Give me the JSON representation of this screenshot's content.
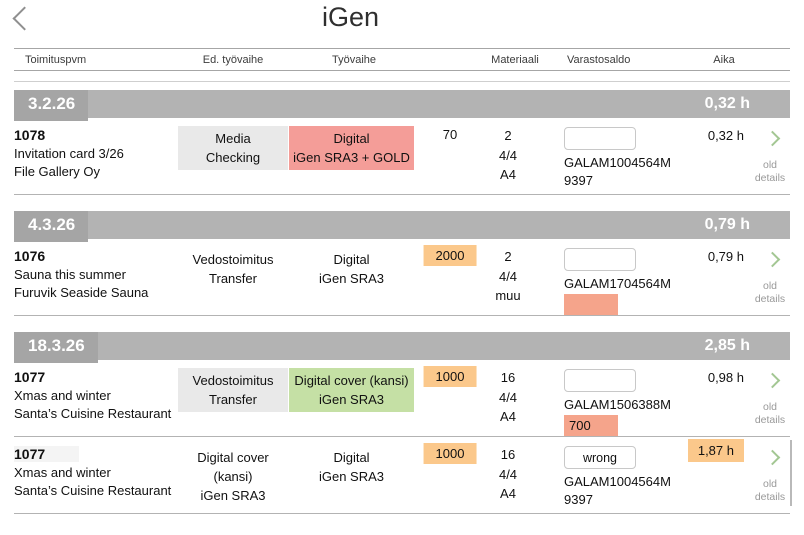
{
  "header": {
    "title": "iGen"
  },
  "columns": [
    {
      "id": "toimituspvm",
      "label": "Toimituspvm"
    },
    {
      "id": "ed-tyovaihe",
      "label": "Ed. työvaihe"
    },
    {
      "id": "tyovaihe",
      "label": "Työvaihe"
    },
    {
      "id": "materiaali",
      "label": "Materiaali"
    },
    {
      "id": "varastosaldo",
      "label": "Varastosaldo"
    },
    {
      "id": "aika",
      "label": "Aika"
    }
  ],
  "details_label": "old details",
  "groups": [
    {
      "date": "3.2.26",
      "total_time": "0,32 h",
      "rows": [
        {
          "job_number": "1078",
          "job_number_highlight": false,
          "job_name": "Invitation card 3/26",
          "customer": "File Gallery Oy",
          "prev_phase": {
            "lines": [
              "Media",
              "Checking"
            ],
            "style": "gray"
          },
          "phase": {
            "lines": [
              "Digital",
              "iGen SRA3 + GOLD"
            ],
            "style": "red"
          },
          "quantity": {
            "value": "70",
            "highlight": false
          },
          "material": [
            "2",
            "4/4",
            "A4"
          ],
          "stock": {
            "input_value": "",
            "code": "GALAM1004564M",
            "balance": {
              "value": "9397",
              "highlight": false
            }
          },
          "time": {
            "value": "0,32 h",
            "highlight": false
          }
        }
      ]
    },
    {
      "date": "4.3.26",
      "total_time": "0,79 h",
      "rows": [
        {
          "job_number": "1076",
          "job_number_highlight": false,
          "job_name": "Sauna this summer",
          "customer": "Furuvik Seaside Sauna",
          "prev_phase": {
            "lines": [
              "Vedostoimitus",
              "Transfer"
            ],
            "style": "plain"
          },
          "phase": {
            "lines": [
              "Digital",
              "iGen SRA3"
            ],
            "style": "plain"
          },
          "quantity": {
            "value": "2000",
            "highlight": true
          },
          "material": [
            "2",
            "4/4",
            "muu"
          ],
          "stock": {
            "input_value": "",
            "code": "GALAM1704564M",
            "balance": {
              "value": "",
              "highlight": true
            }
          },
          "time": {
            "value": "0,79 h",
            "highlight": false
          }
        }
      ]
    },
    {
      "date": "18.3.26",
      "total_time": "2,85 h",
      "rows": [
        {
          "job_number": "1077",
          "job_number_highlight": false,
          "job_name": "Xmas and winter",
          "customer": "Santa’s Cuisine Restaurant",
          "prev_phase": {
            "lines": [
              "Vedostoimitus",
              "Transfer"
            ],
            "style": "gray"
          },
          "phase": {
            "lines": [
              "Digital cover (kansi)",
              "iGen SRA3"
            ],
            "style": "green"
          },
          "quantity": {
            "value": "1000",
            "highlight": true
          },
          "material": [
            "16",
            "4/4",
            "A4"
          ],
          "stock": {
            "input_value": "",
            "code": "GALAM1506388M",
            "balance": {
              "value": "700",
              "highlight": true
            }
          },
          "time": {
            "value": "0,98 h",
            "highlight": false
          }
        },
        {
          "job_number": "1077",
          "job_number_highlight": true,
          "job_name": "Xmas and winter",
          "customer": "Santa’s Cuisine Restaurant",
          "prev_phase": {
            "lines": [
              "Digital cover (kansi)",
              "iGen SRA3"
            ],
            "style": "plain"
          },
          "phase": {
            "lines": [
              "Digital",
              "iGen SRA3"
            ],
            "style": "plain"
          },
          "quantity": {
            "value": "1000",
            "highlight": true
          },
          "material": [
            "16",
            "4/4",
            "A4"
          ],
          "stock": {
            "input_value": "wrong",
            "code": "GALAM1004564M",
            "balance": {
              "value": "9397",
              "highlight": false
            }
          },
          "time": {
            "value": "1,87 h",
            "highlight": true
          }
        }
      ]
    }
  ],
  "colors": {
    "banner_bg": "#b3b3b3",
    "banner_date_bg": "#a5a5a5",
    "box_gray": "#e9e9e9",
    "box_red": "#f49d98",
    "box_green": "#c5e0a5",
    "hl_orange": "#fbc88b",
    "salmon": "#f5a48b",
    "chev_green": "#a3c793"
  }
}
